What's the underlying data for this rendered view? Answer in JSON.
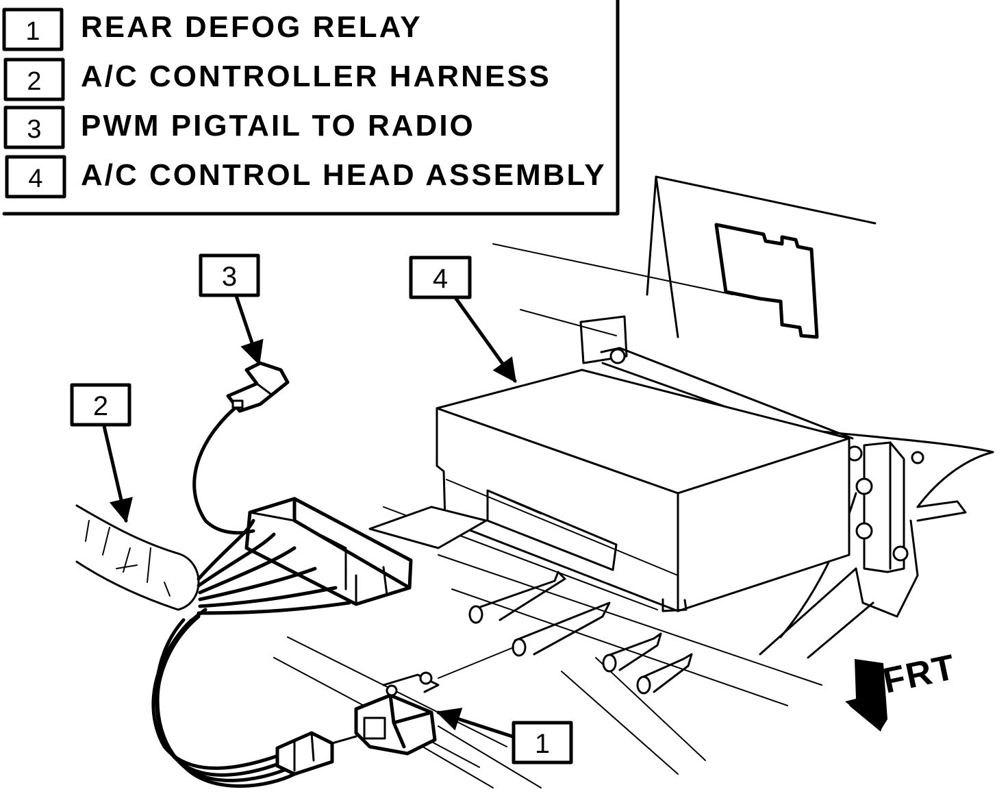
{
  "legend": {
    "items": [
      {
        "number": "1",
        "label": "REAR DEFOG RELAY"
      },
      {
        "number": "2",
        "label": "A/C CONTROLLER HARNESS"
      },
      {
        "number": "3",
        "label": "PWM PIGTAIL TO RADIO"
      },
      {
        "number": "4",
        "label": "A/C CONTROL HEAD ASSEMBLY"
      }
    ]
  },
  "callouts": {
    "c1": "1",
    "c2": "2",
    "c3": "3",
    "c4": "4"
  },
  "direction": {
    "label": "FRT"
  }
}
